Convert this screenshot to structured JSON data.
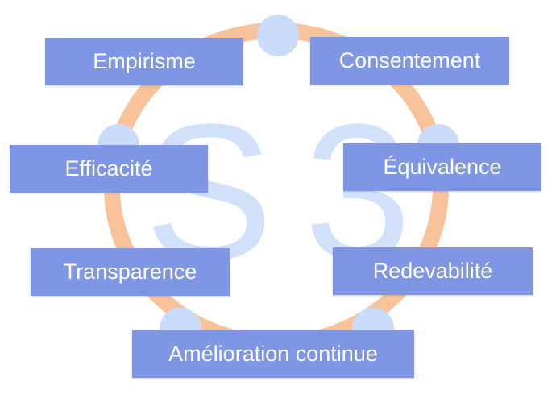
{
  "center_label": "S3",
  "colors": {
    "ring": "#f8c29a",
    "node_dot": "#c9dcfa",
    "box": "#7f96e4",
    "box_text": "#ffffff",
    "center_label": "#cfe0fa"
  },
  "principles": [
    {
      "label": "Empirisme"
    },
    {
      "label": "Consentement"
    },
    {
      "label": "Efficacité"
    },
    {
      "label": "Équivalence"
    },
    {
      "label": "Transparence"
    },
    {
      "label": "Redevabilité"
    },
    {
      "label": "Amélioration continue"
    }
  ]
}
